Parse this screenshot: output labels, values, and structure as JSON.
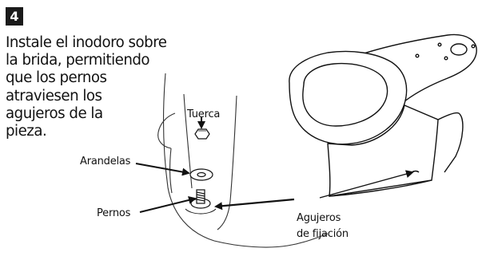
{
  "step": {
    "number": "4"
  },
  "instruction": {
    "text": "Instale el inodoro sobre\nla brida, permitiendo\nque los pernos\natraviesen los\nagujeros de la\npieza."
  },
  "labels": {
    "nut": "Tuerca",
    "washers": "Arandelas",
    "bolts": "Pernos",
    "holes": "Agujeros\nde fijación"
  }
}
